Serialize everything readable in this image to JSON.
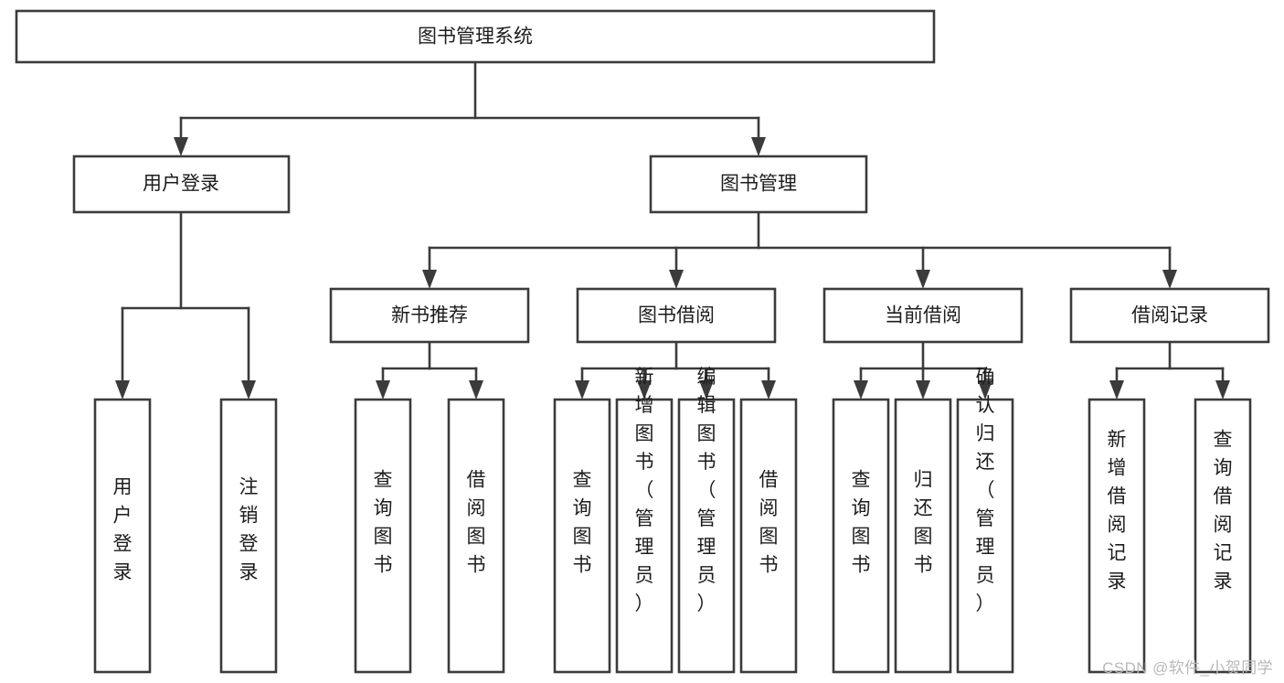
{
  "diagram": {
    "title": "图书管理系统",
    "type": "tree-hierarchy-chart",
    "root": {
      "id": "root",
      "label": "图书管理系统",
      "orientation": "horizontal"
    },
    "level2": [
      {
        "id": "user-login",
        "label": "用户登录",
        "orientation": "horizontal"
      },
      {
        "id": "book-manage",
        "label": "图书管理",
        "orientation": "horizontal"
      }
    ],
    "level3": [
      {
        "id": "new-book-recommend",
        "label": "新书推荐",
        "orientation": "horizontal",
        "parent": "book-manage"
      },
      {
        "id": "book-borrow",
        "label": "图书借阅",
        "orientation": "horizontal",
        "parent": "book-manage"
      },
      {
        "id": "current-borrow",
        "label": "当前借阅",
        "orientation": "horizontal",
        "parent": "book-manage"
      },
      {
        "id": "borrow-record",
        "label": "借阅记录",
        "orientation": "horizontal",
        "parent": "book-manage"
      }
    ],
    "leaves": [
      {
        "id": "leaf-user-login",
        "label": "用户登录",
        "orientation": "vertical",
        "parent": "user-login"
      },
      {
        "id": "leaf-user-logout",
        "label": "注销登录",
        "orientation": "vertical",
        "parent": "user-login"
      },
      {
        "id": "leaf-query-book-1",
        "label": "查询图书",
        "orientation": "vertical",
        "parent": "new-book-recommend"
      },
      {
        "id": "leaf-borrow-book-1",
        "label": "借阅图书",
        "orientation": "vertical",
        "parent": "new-book-recommend"
      },
      {
        "id": "leaf-query-book-2",
        "label": "查询图书",
        "orientation": "vertical",
        "parent": "book-borrow"
      },
      {
        "id": "leaf-add-book",
        "label": "新增图书（管理员）",
        "orientation": "vertical",
        "parent": "book-borrow"
      },
      {
        "id": "leaf-edit-book",
        "label": "编辑图书（管理员）",
        "orientation": "vertical",
        "parent": "book-borrow"
      },
      {
        "id": "leaf-borrow-book-2",
        "label": "借阅图书",
        "orientation": "vertical",
        "parent": "book-borrow"
      },
      {
        "id": "leaf-query-book-3",
        "label": "查询图书",
        "orientation": "vertical",
        "parent": "current-borrow"
      },
      {
        "id": "leaf-return-book",
        "label": "归还图书",
        "orientation": "vertical",
        "parent": "current-borrow"
      },
      {
        "id": "leaf-confirm-return",
        "label": "确认归还（管理员）",
        "orientation": "vertical",
        "parent": "current-borrow"
      },
      {
        "id": "leaf-add-record",
        "label": "新增借阅记录",
        "orientation": "vertical",
        "parent": "borrow-record"
      },
      {
        "id": "leaf-query-record",
        "label": "查询借阅记录",
        "orientation": "vertical",
        "parent": "borrow-record"
      }
    ],
    "colors": {
      "stroke": "#3b3b3b",
      "fill": "#ffffff",
      "text": "#1c1c1c",
      "watermark": "#b9b9b9",
      "background": "#ffffff"
    }
  },
  "watermark": {
    "label": "CSDN @软件_小贺同学"
  }
}
